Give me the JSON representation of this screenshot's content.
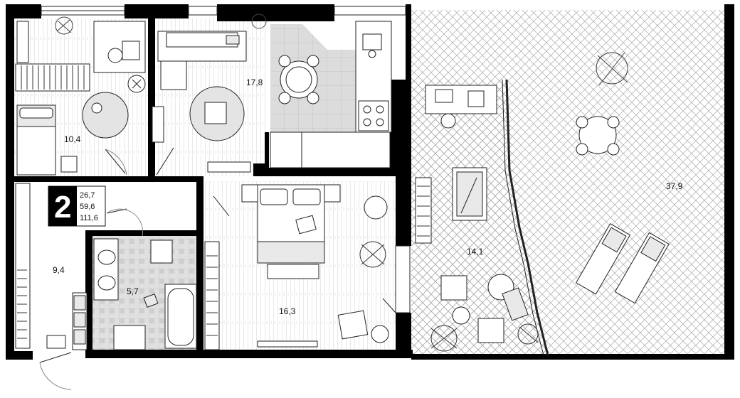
{
  "apartment": {
    "rooms_count": "2",
    "areas": [
      "26,7",
      "59,6",
      "111,6"
    ]
  },
  "rooms": [
    {
      "id": "bedroom-small",
      "area": "10,4"
    },
    {
      "id": "living-kitchen",
      "area": "17,8"
    },
    {
      "id": "hallway",
      "area": "9,4"
    },
    {
      "id": "bathroom",
      "area": "5,7"
    },
    {
      "id": "bedroom-master",
      "area": "16,3"
    },
    {
      "id": "glazed-terrace",
      "area": "14,1"
    },
    {
      "id": "open-terrace",
      "area": "37,9"
    }
  ],
  "colors": {
    "wall": "#000000",
    "tile": "#d9d9d9",
    "floor_line": "#bdbdbd",
    "terrace_hatch": "#9a9a9a"
  }
}
